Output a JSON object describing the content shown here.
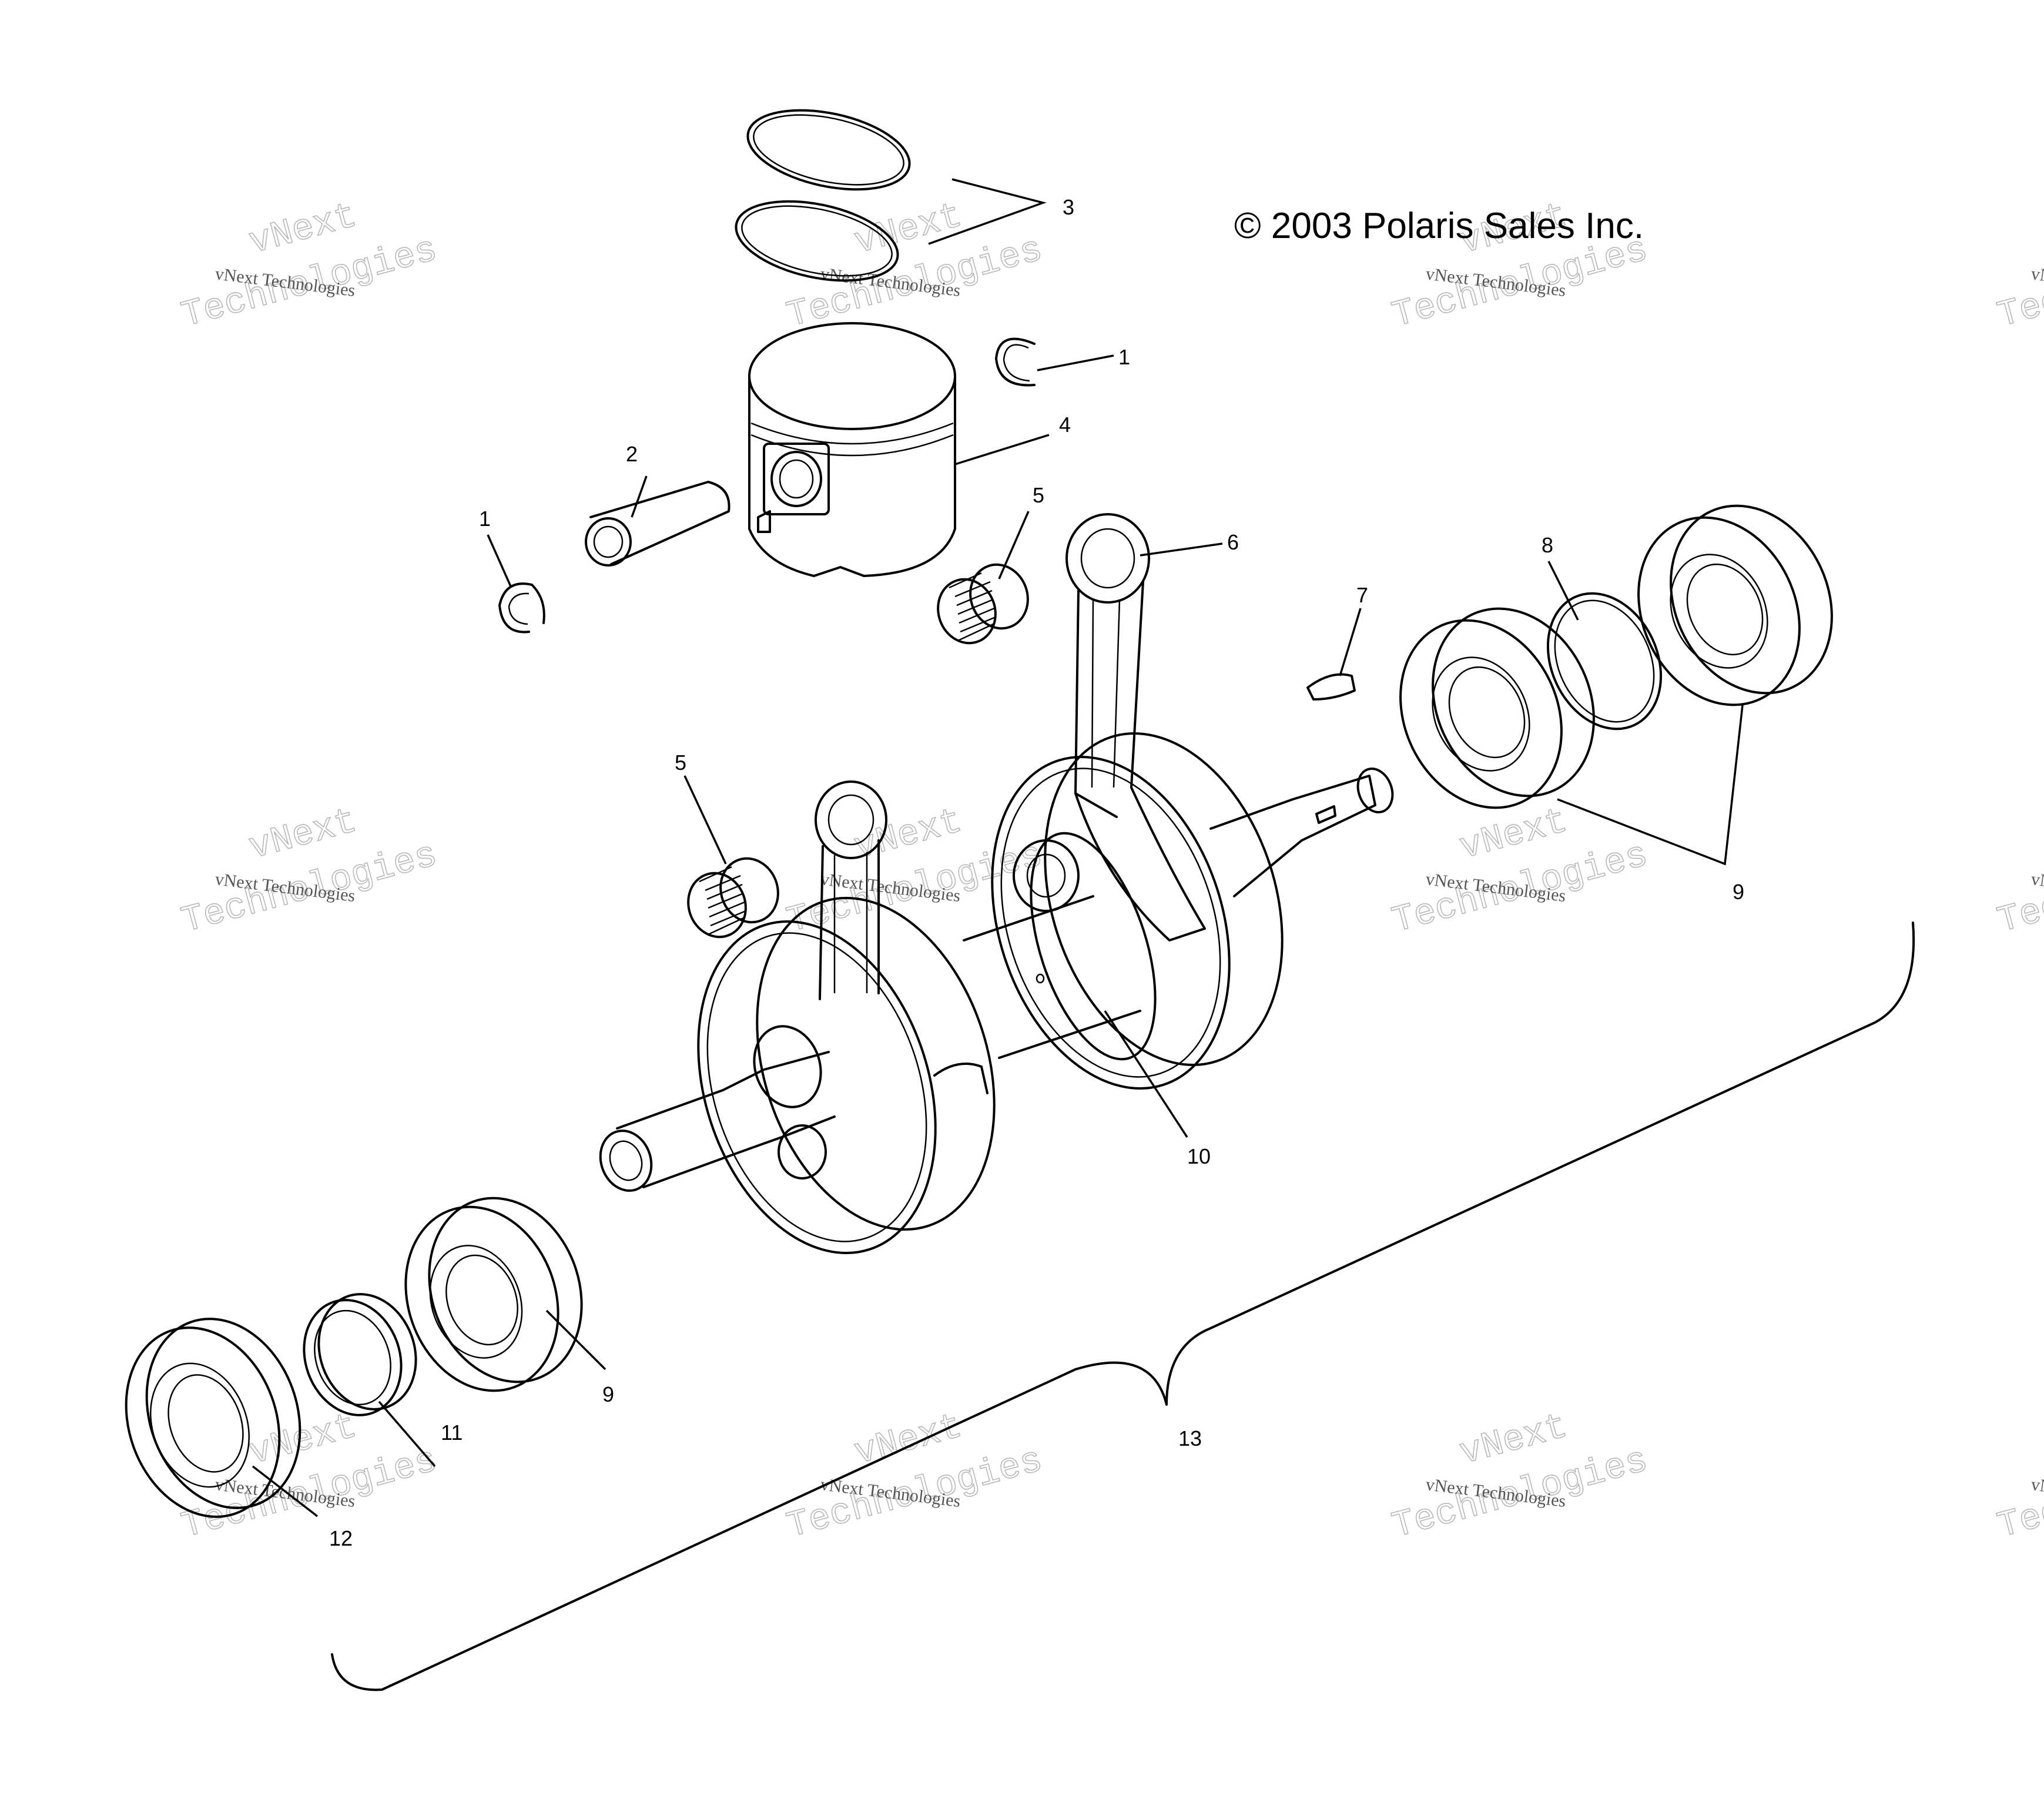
{
  "copyright": "© 2003 Polaris Sales Inc.",
  "callouts": [
    {
      "id": "c1a",
      "label": "1"
    },
    {
      "id": "c1b",
      "label": "1"
    },
    {
      "id": "c2",
      "label": "2"
    },
    {
      "id": "c3",
      "label": "3"
    },
    {
      "id": "c4",
      "label": "4"
    },
    {
      "id": "c5a",
      "label": "5"
    },
    {
      "id": "c5b",
      "label": "5"
    },
    {
      "id": "c6",
      "label": "6"
    },
    {
      "id": "c7",
      "label": "7"
    },
    {
      "id": "c8",
      "label": "8"
    },
    {
      "id": "c9a",
      "label": "9"
    },
    {
      "id": "c9b",
      "label": "9"
    },
    {
      "id": "c10",
      "label": "10"
    },
    {
      "id": "c11",
      "label": "11"
    },
    {
      "id": "c12",
      "label": "12"
    },
    {
      "id": "c13",
      "label": "13"
    }
  ],
  "watermark": {
    "line1": "vNext",
    "line2": "Technologies",
    "small": "vNext Technologies"
  }
}
